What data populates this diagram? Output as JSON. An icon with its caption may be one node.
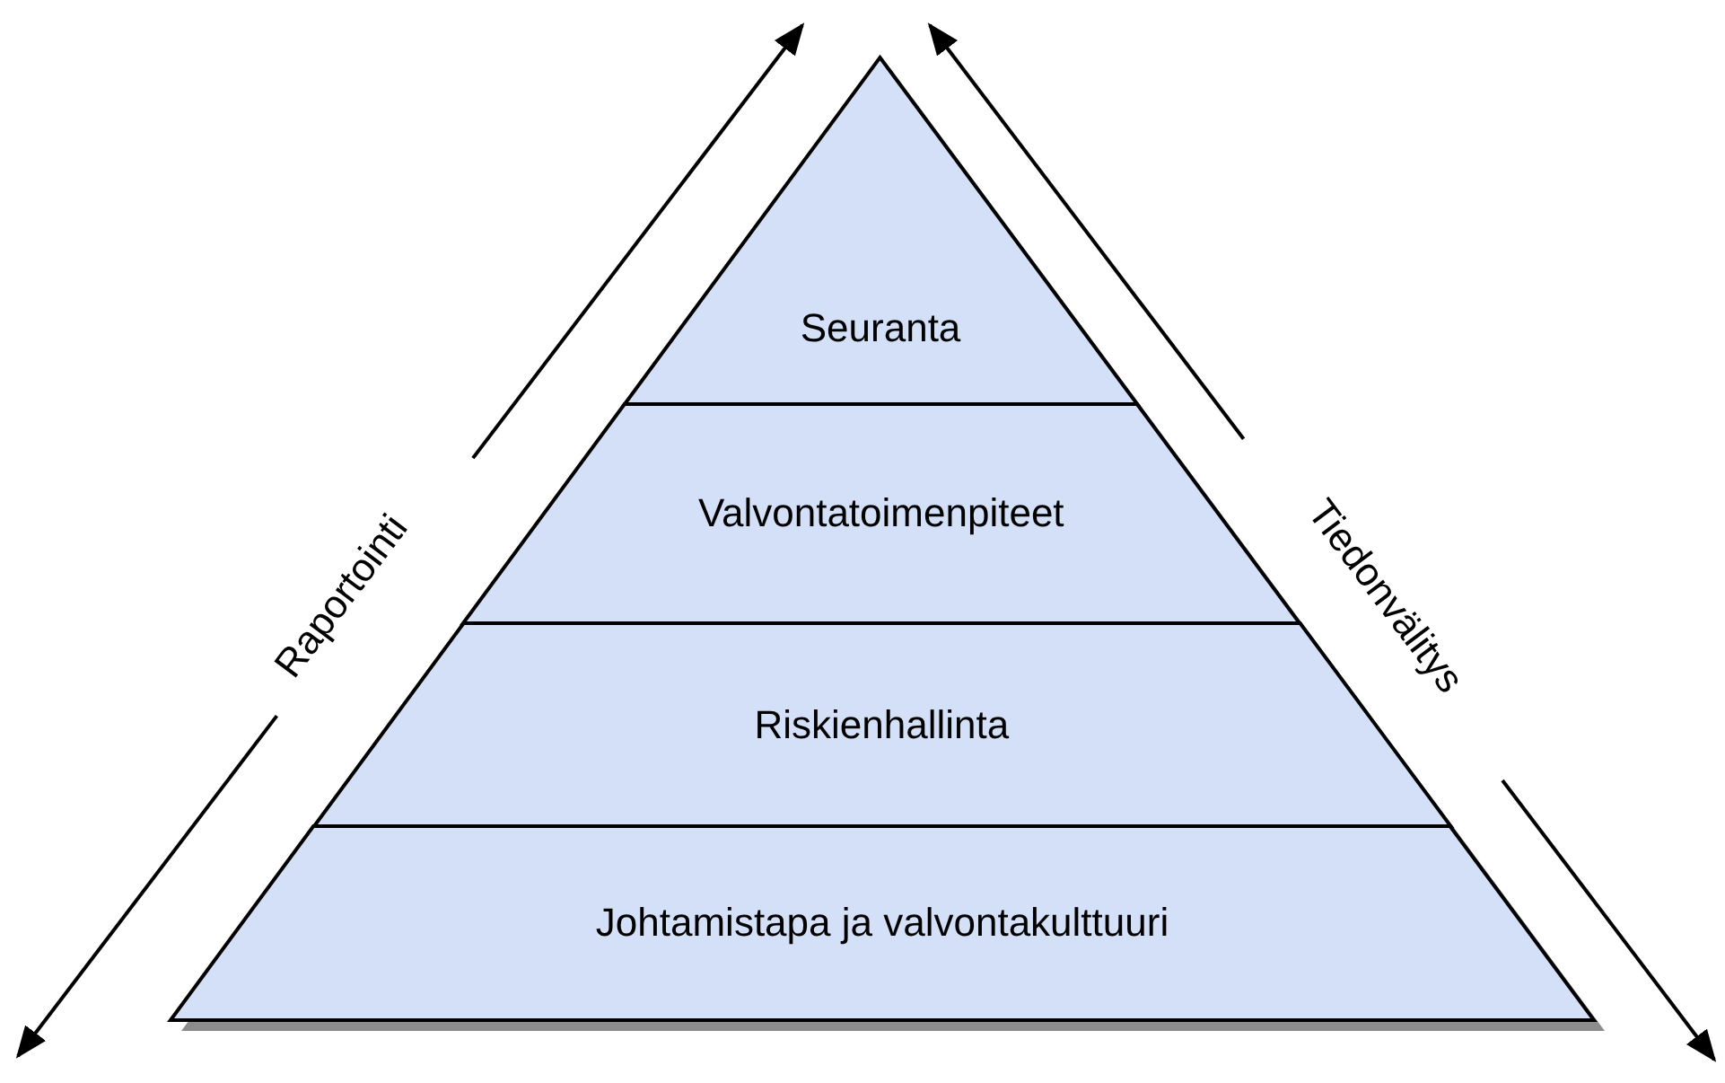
{
  "diagram": {
    "nodes": [
      {
        "text": [
          "Seuranta"
        ]
      },
      {
        "text": [
          "Valvontatoimenpiteet"
        ]
      },
      {
        "text": [
          "Riskienhallinta"
        ]
      },
      {
        "text": [
          "Johtamistapa ja valvontakulttuuri"
        ]
      }
    ],
    "labels": [
      "Raportointi",
      "Tiedonvälitys"
    ]
  }
}
